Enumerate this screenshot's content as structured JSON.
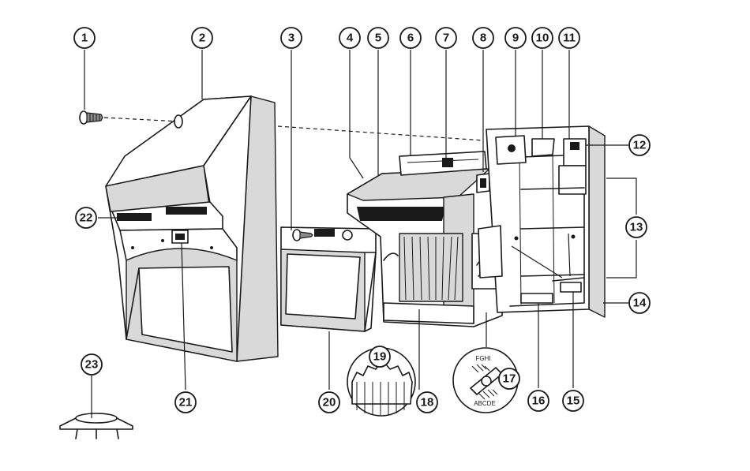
{
  "callouts": [
    "1",
    "2",
    "3",
    "4",
    "5",
    "6",
    "7",
    "8",
    "9",
    "10",
    "11",
    "12",
    "13",
    "14",
    "15",
    "16",
    "17",
    "18",
    "19",
    "20",
    "21",
    "22",
    "23"
  ],
  "detail_17": {
    "upper_label": "FGHI",
    "lower_label": "ABCDE"
  },
  "colors": {
    "line": "#1a1a1a",
    "shade": "#d9d9d9",
    "background": "#ffffff"
  }
}
